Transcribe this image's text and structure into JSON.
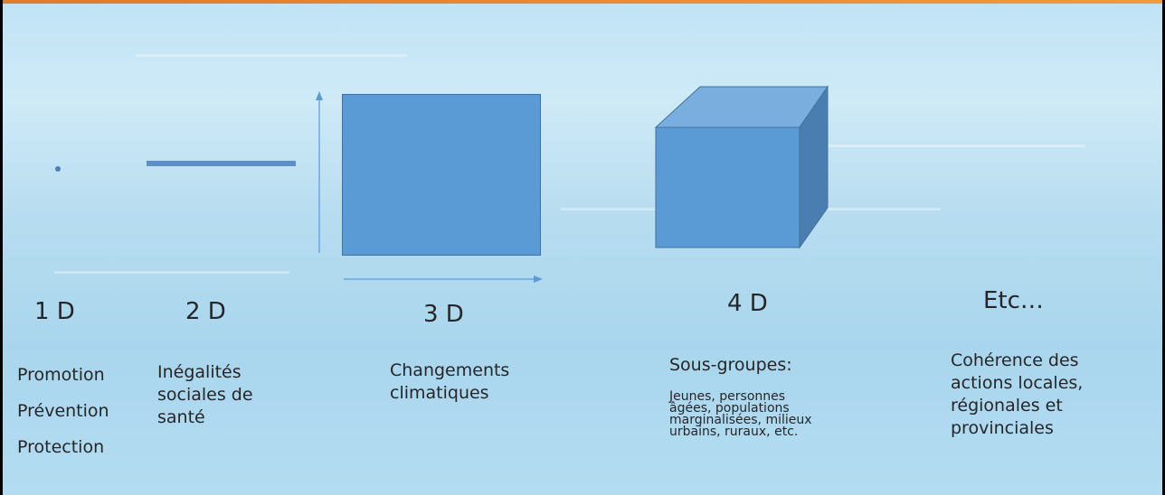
{
  "columns": [
    {
      "heading": "1 D",
      "lines": [
        "Promotion",
        "Prévention",
        "Protection"
      ]
    },
    {
      "heading": "2 D",
      "text": "Inégalités sociales de santé"
    },
    {
      "heading": "3 D",
      "text": "Changements climatiques"
    },
    {
      "heading": "4 D",
      "text": "Sous-groupes:",
      "detail": "Jeunes, personnes âgées, populations marginalisées, milieux urbains, ruraux, etc."
    },
    {
      "heading": "Etc…",
      "text": "Cohérence des actions locales, régionales et provinciales"
    }
  ],
  "colors": {
    "shape_fill": "#5b9bd5",
    "shape_stroke": "#41719c",
    "cube_top": "#7aaedf",
    "cube_side": "#4a7db0",
    "arrow": "#5b9bd5",
    "accent_bar": "#e88a32"
  }
}
